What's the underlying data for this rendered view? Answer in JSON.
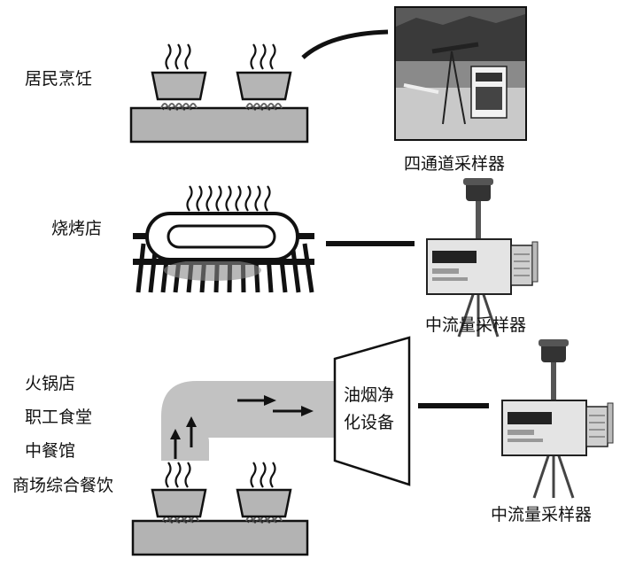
{
  "sources": {
    "residential": "居民烹饪",
    "bbq": "烧烤店",
    "hotpot": "火锅店",
    "canteen": "职工食堂",
    "chinese_restaurant": "中餐馆",
    "mall_dining": "商场综合餐饮"
  },
  "devices": {
    "four_channel": "四通道采样器",
    "mid_flow_1": "中流量采样器",
    "purifier_line1": "油烟净",
    "purifier_line2": "化设备",
    "mid_flow_2": "中流量采样器"
  },
  "icons": [
    "steam-icon",
    "pot-icon",
    "flame-icon",
    "stove-icon",
    "grill-icon",
    "duct-arrow-icon",
    "sampler-icon",
    "photo-icon"
  ]
}
